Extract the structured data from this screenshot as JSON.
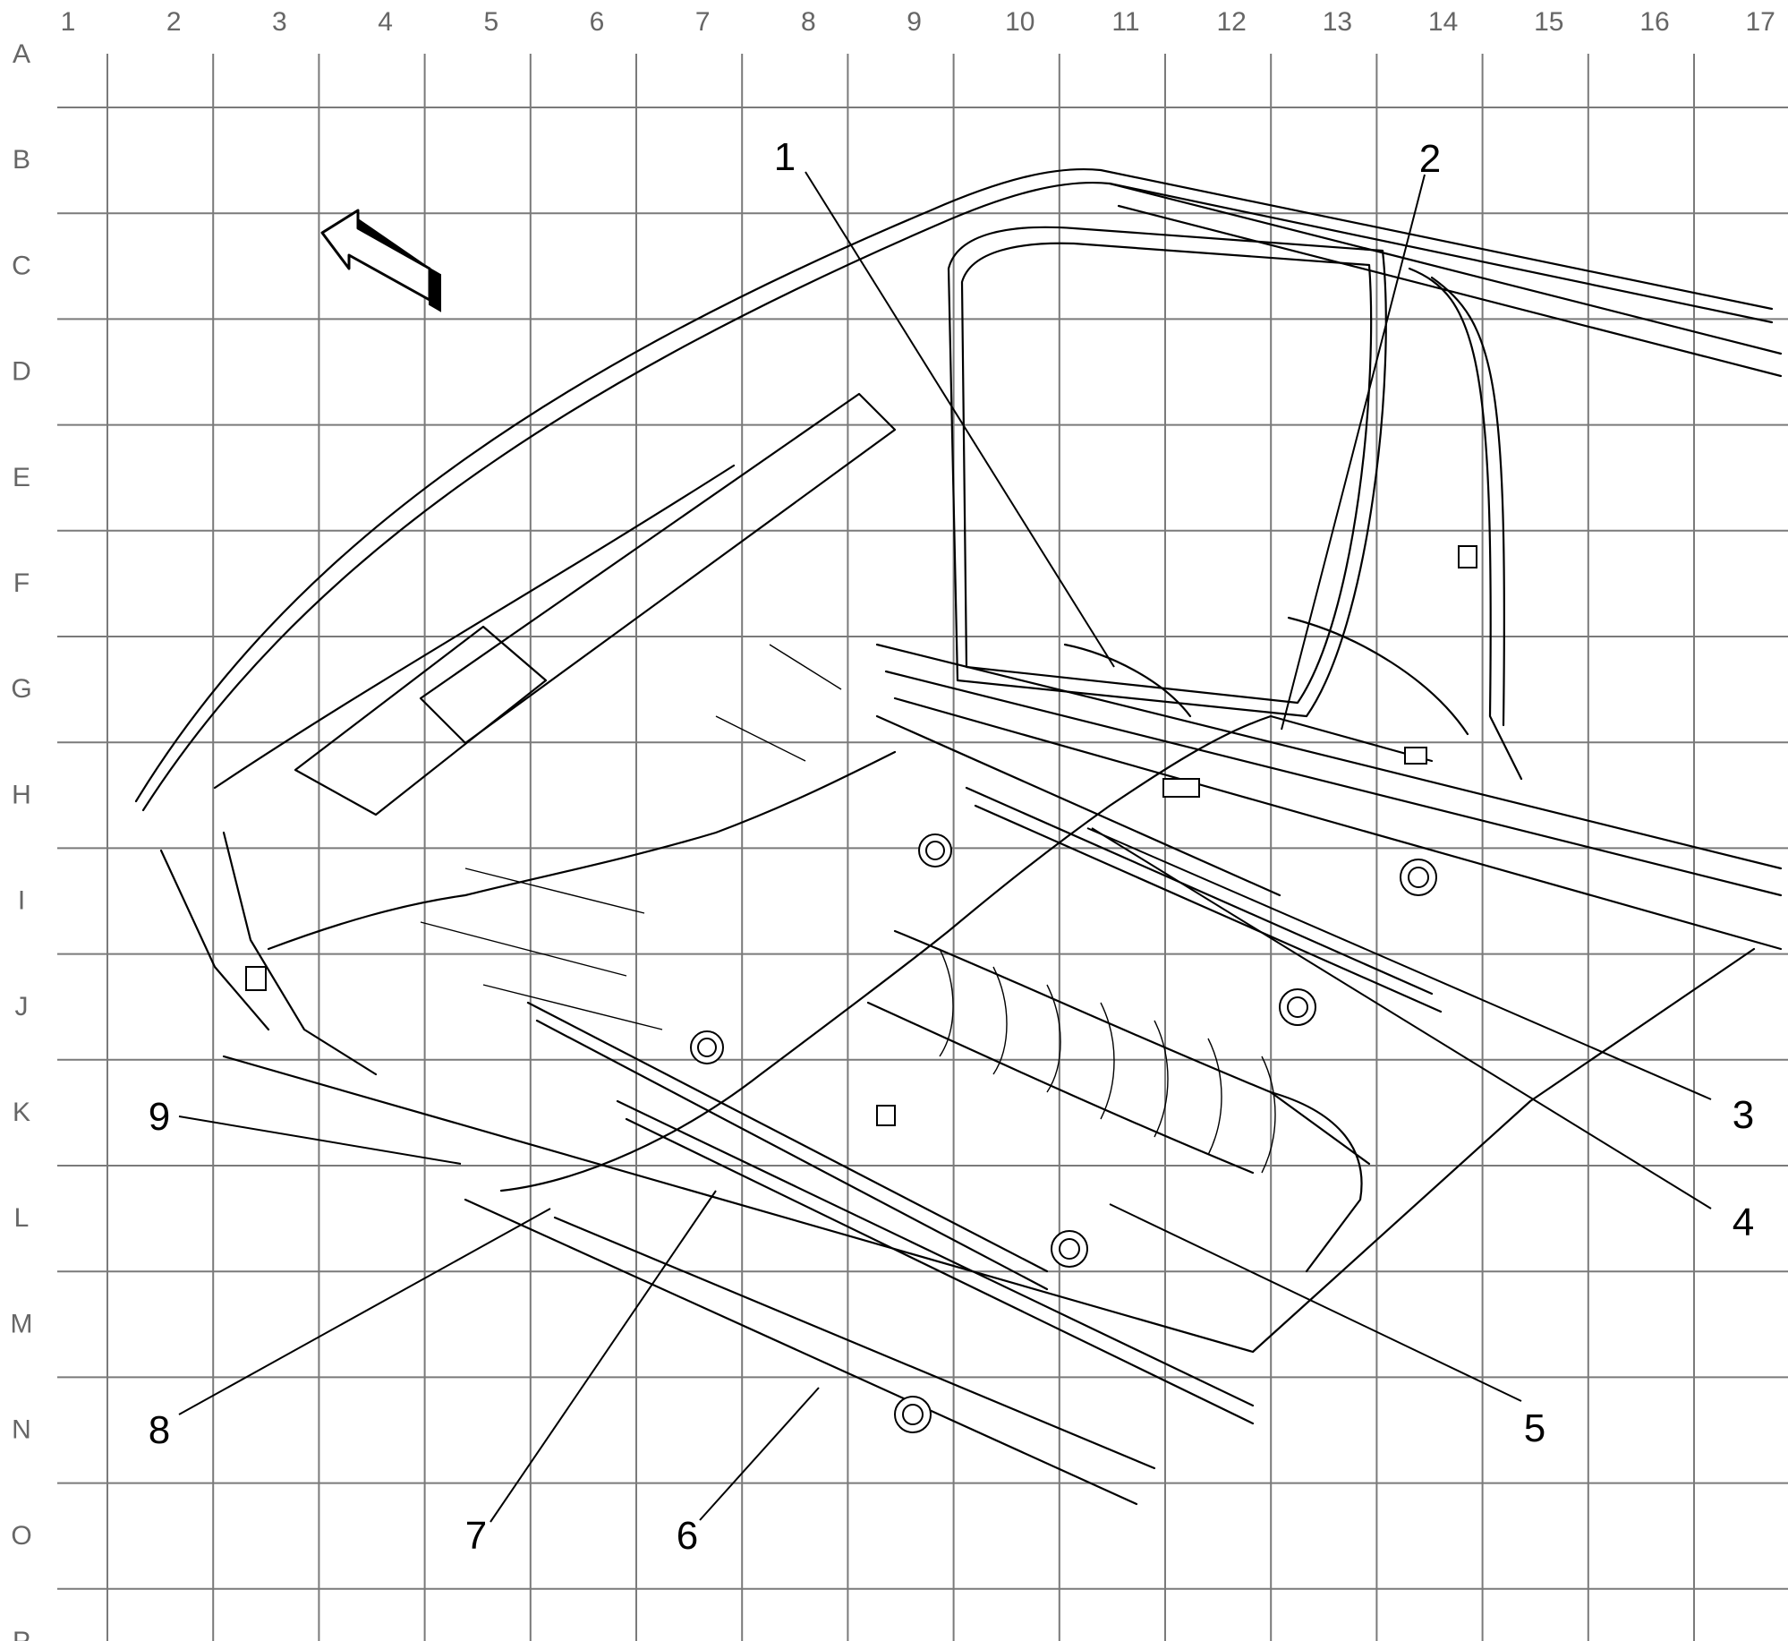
{
  "grid": {
    "columns": [
      "1",
      "2",
      "3",
      "4",
      "5",
      "6",
      "7",
      "8",
      "9",
      "10",
      "11",
      "12",
      "13",
      "14",
      "15",
      "16",
      "17"
    ],
    "rows": [
      "A",
      "B",
      "C",
      "D",
      "E",
      "F",
      "G",
      "H",
      "I",
      "J",
      "K",
      "L",
      "M",
      "N",
      "O",
      "P"
    ]
  },
  "callouts": [
    {
      "label": "1"
    },
    {
      "label": "2"
    },
    {
      "label": "3"
    },
    {
      "label": "4"
    },
    {
      "label": "5"
    },
    {
      "label": "6"
    },
    {
      "label": "7"
    },
    {
      "label": "8"
    },
    {
      "label": "9"
    }
  ],
  "icons": {
    "direction_arrow": "front-direction-arrow-icon"
  },
  "colors": {
    "grid": "#7a7a7a",
    "axis_label": "#666666",
    "linework": "#000000",
    "background": "#ffffff"
  }
}
